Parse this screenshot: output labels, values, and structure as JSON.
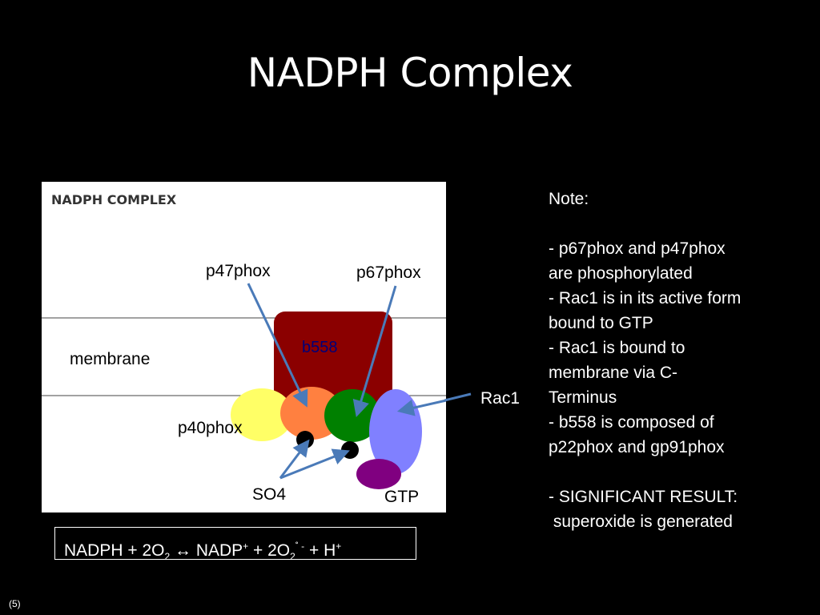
{
  "slide": {
    "title": "NADPH Complex",
    "citation": "(5)"
  },
  "diagram": {
    "heading": "NADPH COMPLEX",
    "labels": {
      "p47phox": "p47phox",
      "p67phox": "p67phox",
      "b558": "b558",
      "membrane": "membrane",
      "p40phox": "p40phox",
      "so4": "SO4",
      "gtp": "GTP",
      "rac1": "Rac1"
    },
    "colors": {
      "b558": "#8b0000",
      "p40phox": "#ffff66",
      "p47phox": "#ff8040",
      "p67phox": "#008000",
      "rac1": "#8080ff",
      "gtp": "#800080",
      "so4": "#000000",
      "arrow": "#4a7ab8",
      "b558_label": "#00007a"
    }
  },
  "notes": {
    "lines": [
      "Note:",
      "",
      "- p67phox and p47phox",
      "are phosphorylated",
      "- Rac1 is in its active form",
      "bound to GTP",
      "- Rac1 is bound to",
      "membrane via C-",
      "Terminus",
      "- b558 is composed of",
      "p22phox and gp91phox",
      "",
      "- SIGNIFICANT RESULT:",
      " superoxide is generated"
    ]
  },
  "equation": {
    "part1": "NADPH + 2O",
    "sub1": "2",
    "arrow": " ↔ NADP",
    "sup1": "+",
    "part2": " + 2O",
    "sub2": "2",
    "sup2": "˚  -",
    "part3": " + H",
    "sup3": "+"
  }
}
